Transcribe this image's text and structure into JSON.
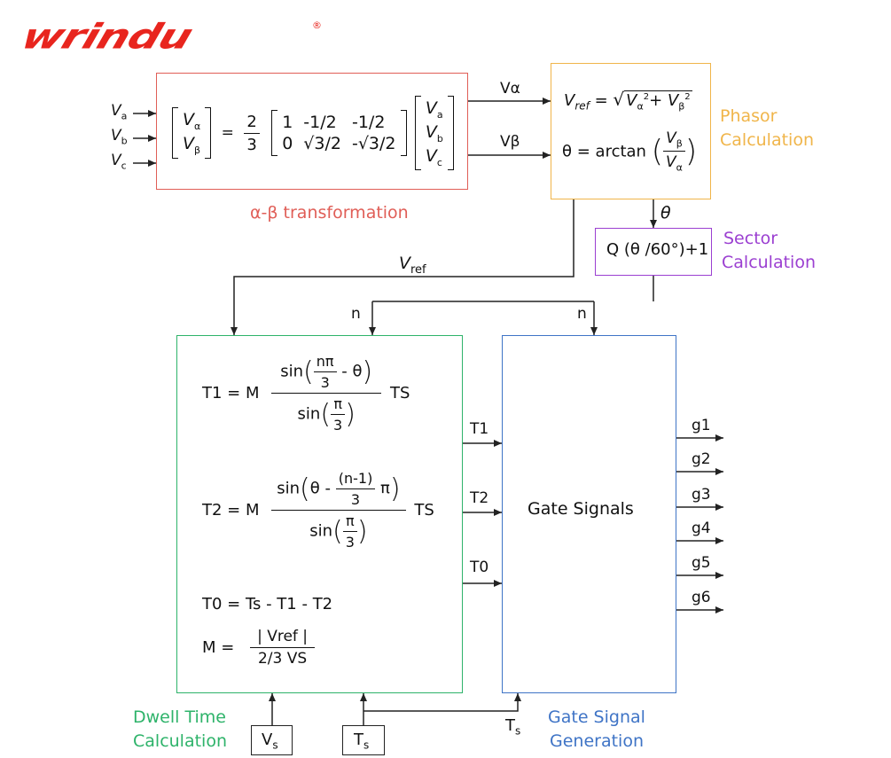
{
  "logo": {
    "text": "wrindu",
    "reg": "®",
    "color": "#e8251e"
  },
  "colors": {
    "alpha_beta": "#e05e57",
    "phasor": "#f0b54a",
    "sector": "#9b3fd1",
    "dwell": "#2eb36a",
    "gate": "#3f74c6",
    "line": "#222222"
  },
  "inputs": {
    "va": {
      "base": "V",
      "sub": "a"
    },
    "vb": {
      "base": "V",
      "sub": "b"
    },
    "vc": {
      "base": "V",
      "sub": "c"
    }
  },
  "alpha_beta": {
    "caption": "α-β  transformation",
    "lhs_alpha": "α",
    "lhs_beta": "β",
    "equals": "=",
    "coef_num": "2",
    "coef_den": "3",
    "matrix": [
      [
        "1",
        "-1/2",
        "-1/2"
      ],
      [
        "0",
        "√3/2",
        "-√3/2"
      ]
    ],
    "rhs": [
      "a",
      "b",
      "c"
    ]
  },
  "signals": {
    "v_alpha": "Vα",
    "v_beta": "Vβ",
    "theta": "θ",
    "vref_base": "V",
    "vref_sub": "ref",
    "n_left": "n",
    "n_right": "n",
    "t1": "T1",
    "t2": "T2",
    "t0": "T0",
    "ts_base": "T",
    "ts_sub": "s",
    "gates": [
      "g1",
      "g2",
      "g3",
      "g4",
      "g5",
      "g6"
    ]
  },
  "phasor": {
    "caption_line1": "Phasor",
    "caption_line2": "Calculation",
    "vref_lhs": "ref",
    "theta_lhs": "θ = arctan",
    "alpha": "α",
    "beta": "β"
  },
  "sector": {
    "formula": "Q (θ /60°)+1",
    "caption_line1": "Sector",
    "caption_line2": "Calculation"
  },
  "dwell": {
    "caption_line1": "Dwell Time",
    "caption_line2": "Calculation",
    "t1_lhs": "T1 = M",
    "t1_num_left": "sin",
    "t1_inner_num": "nπ",
    "t1_inner_den": "3",
    "t1_inner_rest": "- θ",
    "t2_lhs": "T2 = M",
    "t2_num_left": "sin",
    "t2_inner_left": "θ -",
    "t2_inner_num": "(n-1)",
    "t2_inner_den": "3",
    "t2_inner_rest": "π",
    "den_sin": "sin",
    "den_num": "π",
    "den_den": "3",
    "ts": "TS",
    "t0_eq": "T0 = Ts - T1 - T2",
    "m_lhs": "M =",
    "m_num": "| Vref |",
    "m_den": "2/3 VS"
  },
  "inputs_bottom": {
    "vs_base": "V",
    "vs_sub": "s",
    "ts_base": "T",
    "ts_sub": "s"
  },
  "gate": {
    "title": "Gate Signals",
    "caption_line1": "Gate Signal",
    "caption_line2": "Generation"
  }
}
